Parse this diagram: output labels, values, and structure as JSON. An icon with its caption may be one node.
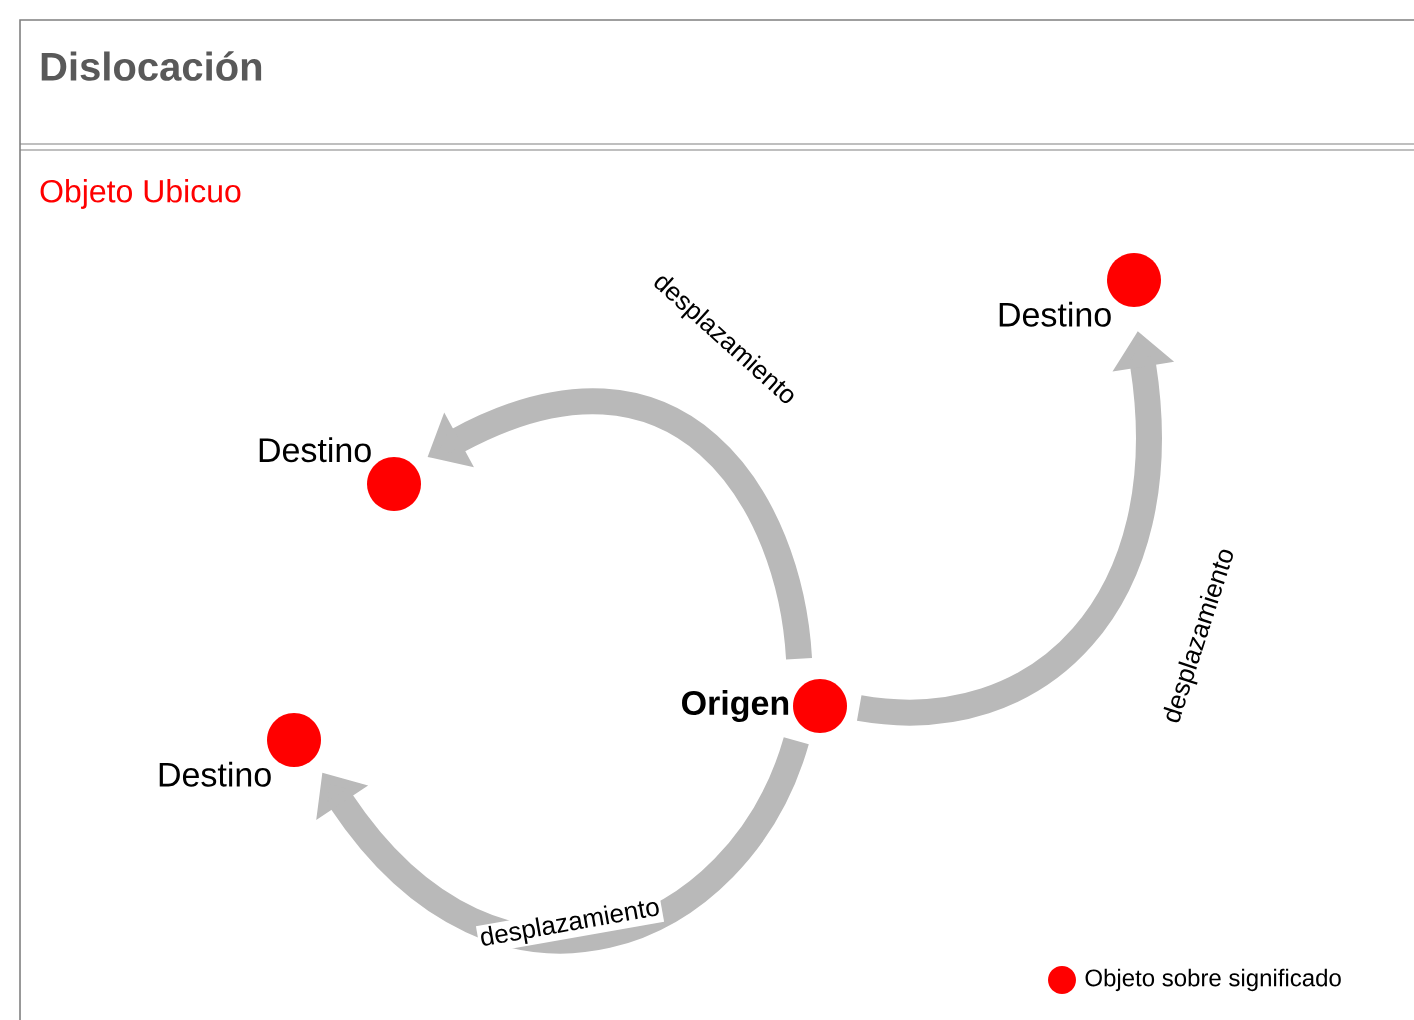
{
  "diagram": {
    "title": "Dislocación",
    "nodes": [
      {
        "text": [
          "Origen"
        ]
      },
      {
        "text": [
          "Destino"
        ]
      },
      {
        "text": [
          "Destino"
        ]
      },
      {
        "text": [
          "Destino"
        ]
      }
    ],
    "edges": [
      {
        "from": 0,
        "to": 1,
        "arrow": "to",
        "label": "desplazamiento"
      },
      {
        "from": 0,
        "to": 2,
        "arrow": "to",
        "label": "desplazamiento"
      },
      {
        "from": 0,
        "to": 3,
        "arrow": "to",
        "label": "desplazamiento"
      }
    ],
    "labels": [
      "Objeto Ubicuo"
    ],
    "legend": [
      {
        "text": "Objeto sobre significado",
        "color": "#ff0000"
      }
    ]
  }
}
